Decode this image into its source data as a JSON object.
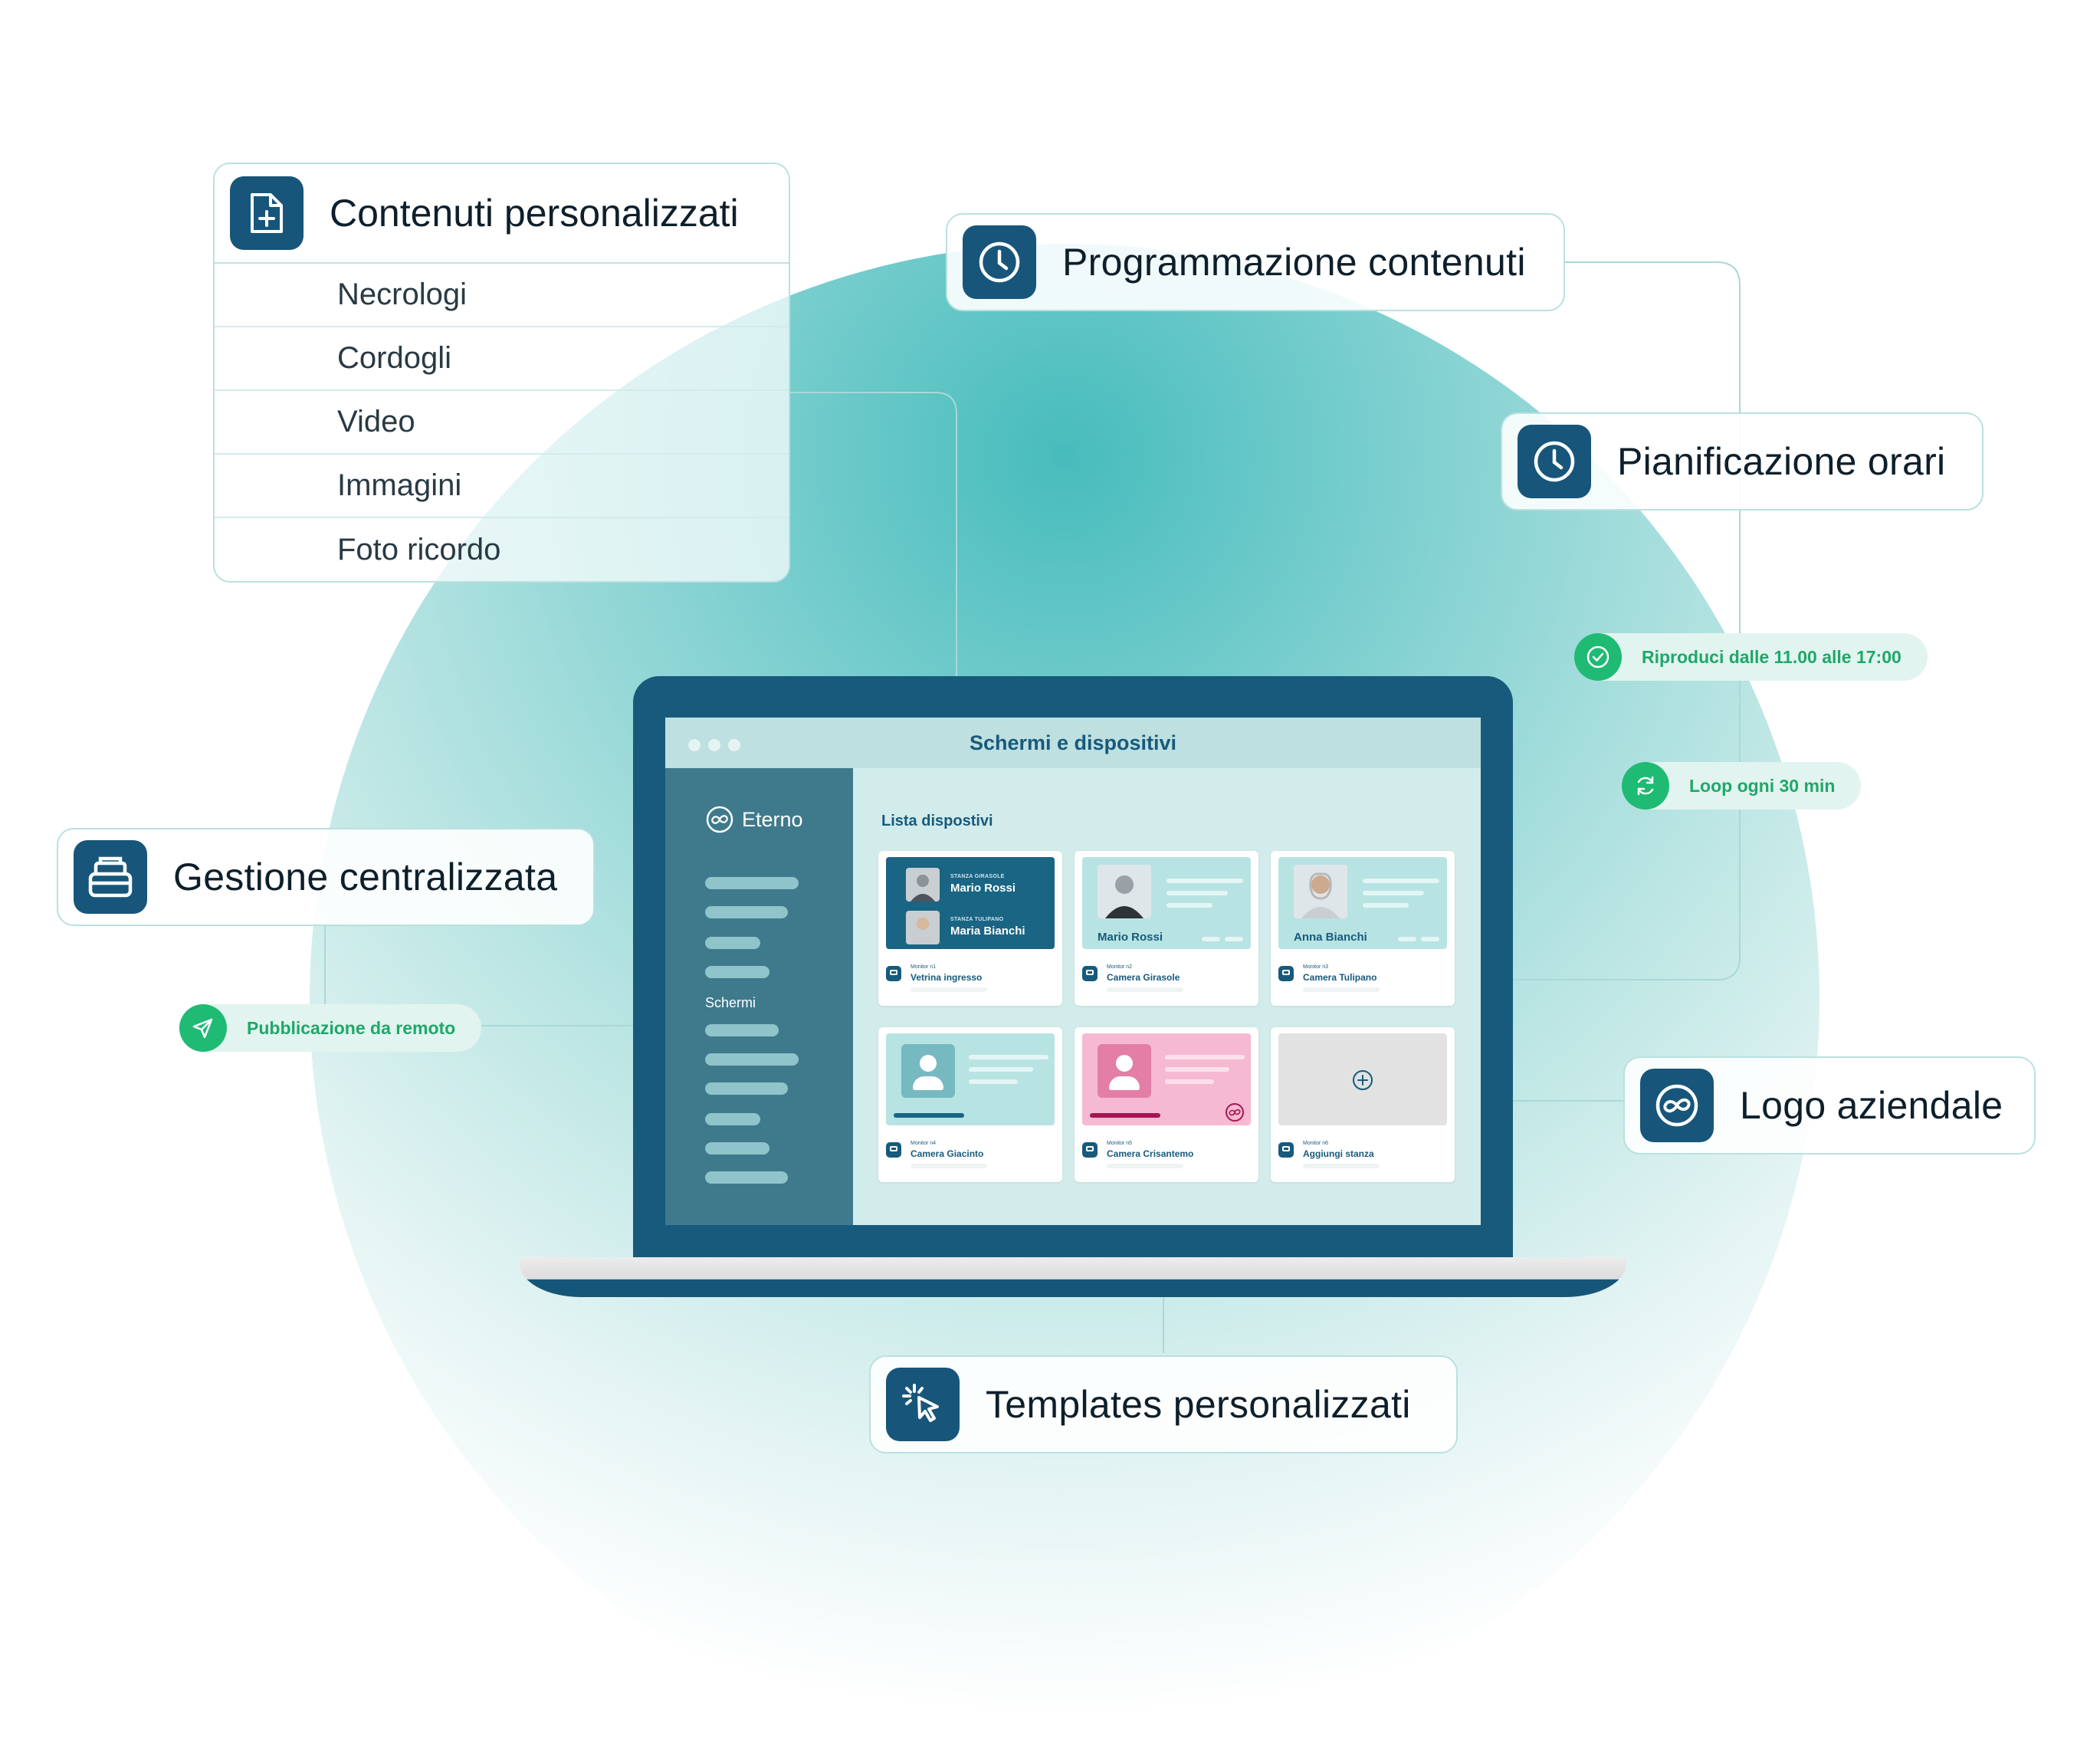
{
  "features": {
    "contenuti": {
      "title": "Contenuti personalizzati",
      "icon": "file-plus-icon",
      "items": [
        "Necrologi",
        "Cordogli",
        "Video",
        "Immagini",
        "Foto ricordo"
      ]
    },
    "programmazione": {
      "title": "Programmazione contenuti",
      "icon": "clock-icon"
    },
    "pianificazione": {
      "title": "Pianificazione orari",
      "icon": "clock-icon"
    },
    "gestione": {
      "title": "Gestione centralizzata",
      "icon": "inbox-icon"
    },
    "logo": {
      "title": "Logo aziendale",
      "icon": "eterno-logo-icon"
    },
    "templates": {
      "title": "Templates personalizzati",
      "icon": "cursor-click-icon"
    }
  },
  "pills": {
    "riproduci": {
      "text": "Riproduci dalle 11.00 alle 17:00",
      "icon": "check-circle-icon"
    },
    "loop": {
      "text": "Loop ogni 30 min",
      "icon": "refresh-icon"
    },
    "pubblicazione": {
      "text": "Pubblicazione da remoto",
      "icon": "send-icon"
    }
  },
  "app": {
    "window_title": "Schermi e dispositivi",
    "brand": "Eterno",
    "sidebar_label": "Schermi",
    "section_title": "Lista dispostivi",
    "devices": [
      {
        "rooms": [
          {
            "room": "STANZA GIRASOLE",
            "name": "Mario Rossi"
          },
          {
            "room": "STANZA TULIPANO",
            "name": "Maria Bianchi"
          }
        ],
        "monitor": "Monitor n1",
        "label": "Vetrina ingresso"
      },
      {
        "name": "Mario Rossi",
        "monitor": "Monitor n2",
        "label": "Camera Girasole"
      },
      {
        "name": "Anna Bianchi",
        "monitor": "Monitor n3",
        "label": "Camera Tulipano"
      },
      {
        "monitor": "Monitor n4",
        "label": "Camera Giacinto"
      },
      {
        "monitor": "Monitor n5",
        "label": "Camera Crisantemo"
      },
      {
        "monitor": "Monitor n6",
        "label": "Aggiungi stanza"
      }
    ]
  },
  "colors": {
    "primary": "#17567a",
    "accent_green": "#1fba74",
    "pink": "#f6b9d2",
    "teal_light": "#b8e3e3"
  }
}
